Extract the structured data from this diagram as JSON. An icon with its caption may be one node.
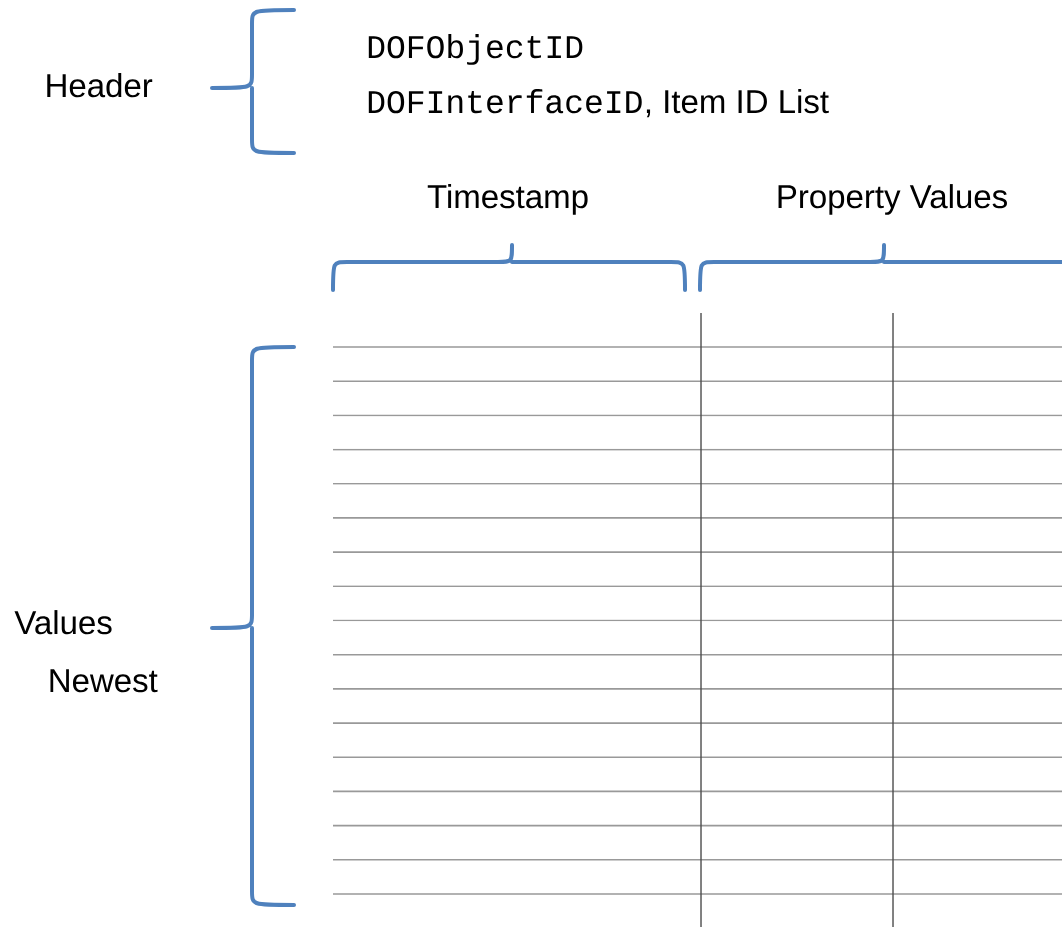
{
  "diagram": {
    "labels": [
      "Header",
      "DOFObjectID",
      "DOFInterfaceID",
      ", Item ID List",
      "Timestamp",
      "Property Values",
      "Values",
      "Newest"
    ]
  }
}
